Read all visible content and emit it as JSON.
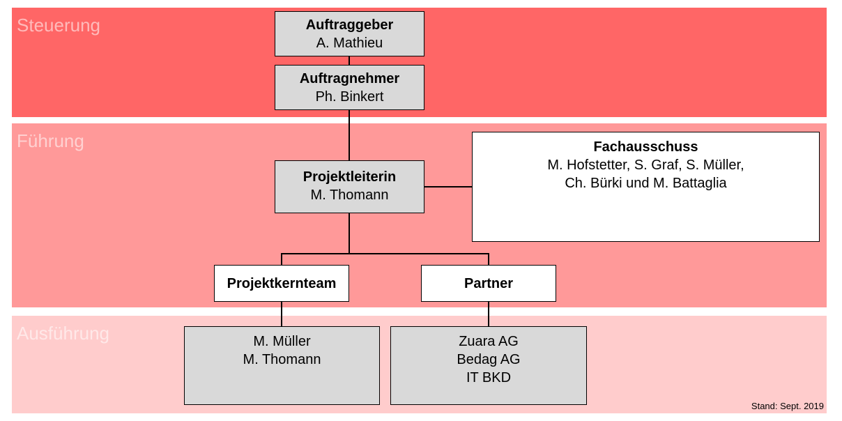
{
  "bands": {
    "steuerung": "Steuerung",
    "fuehrung": "Führung",
    "ausfuehrung": "Ausführung"
  },
  "auftraggeber": {
    "title": "Auftraggeber",
    "name": "A. Mathieu"
  },
  "auftragnehmer": {
    "title": "Auftragnehmer",
    "name": "Ph. Binkert"
  },
  "projektleiterin": {
    "title": "Projektleiterin",
    "name": "M. Thomann"
  },
  "fachausschuss": {
    "title": "Fachausschuss",
    "line1": "M. Hofstetter, S. Graf, S. Müller,",
    "line2": "Ch. Bürki und M. Battaglia"
  },
  "projektkernteam": {
    "title": "Projektkernteam"
  },
  "partner": {
    "title": "Partner"
  },
  "kernteam_members": {
    "line1": "M. Müller",
    "line2": "M. Thomann"
  },
  "partner_members": {
    "line1": "Zuara AG",
    "line2": "Bedag AG",
    "line3": "IT BKD"
  },
  "footnote": "Stand: Sept. 2019"
}
